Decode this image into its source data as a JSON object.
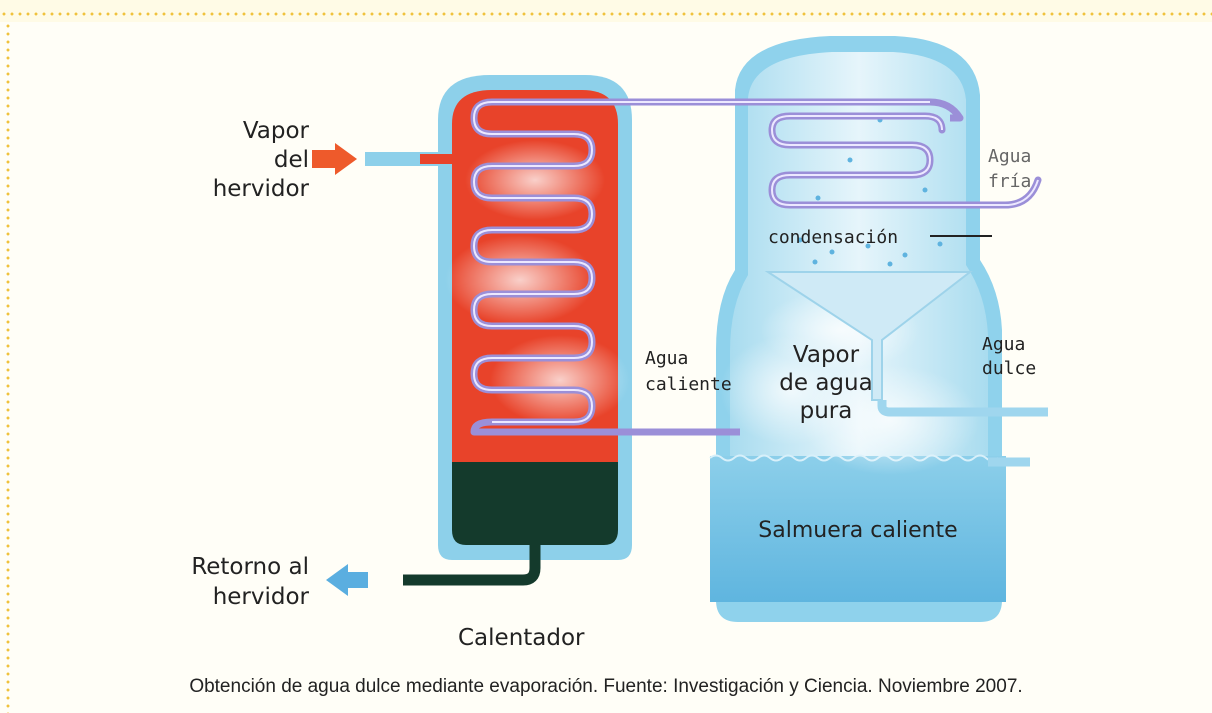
{
  "labels": {
    "vapor_in_1": "Vapor",
    "vapor_in_2": "del",
    "vapor_in_3": "hervidor",
    "agua_fria_1": "Agua",
    "agua_fria_2": "fría",
    "condensacion": "condensación",
    "agua_dulce_1": "Agua",
    "agua_dulce_2": "dulce",
    "agua_caliente_1": "Agua",
    "agua_caliente_2": "caliente",
    "vapor_pura_1": "Vapor",
    "vapor_pura_2": "de agua",
    "vapor_pura_3": "pura",
    "salmuera": "Salmuera caliente",
    "retorno_1": "Retorno al",
    "retorno_2": "hervidor",
    "calentador": "Calentador"
  },
  "caption": "Obtención de agua dulce mediante evaporación. Fuente: Investigación y Ciencia. Noviembre 2007.",
  "colors": {
    "heater_red": "#e8432a",
    "heater_dark": "#143a2c",
    "vessel_blue": "#bfe4f2",
    "brine_blue": "#6fbfe3",
    "coil": "#9b8fd8",
    "arrow_in": "#ee5a2b",
    "arrow_out": "#5aaee0",
    "border_dots": "#f0c23c"
  }
}
